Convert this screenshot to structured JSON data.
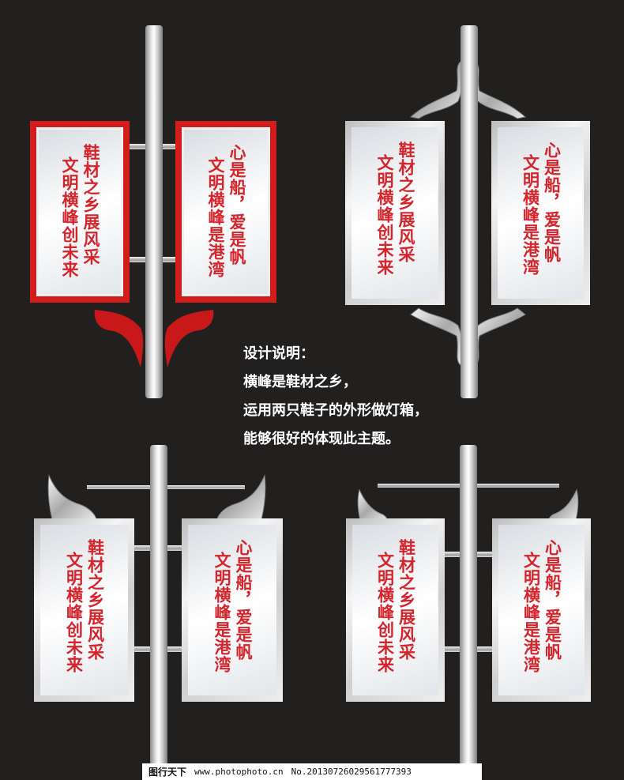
{
  "signs": [
    {
      "style": "red",
      "left_panel": [
        "鞋材之乡展风采",
        "文明横峰创未来"
      ],
      "right_panel": [
        "心是船，爱是帆",
        "文明横峰是港湾"
      ]
    },
    {
      "style": "silver",
      "left_panel": [
        "鞋材之乡展风采",
        "文明横峰创未来"
      ],
      "right_panel": [
        "心是船，爱是帆",
        "文明横峰是港湾"
      ]
    },
    {
      "style": "silver",
      "left_panel": [
        "鞋材之乡展风采",
        "文明横峰创未来"
      ],
      "right_panel": [
        "心是船，爱是帆",
        "文明横峰是港湾"
      ]
    },
    {
      "style": "silver",
      "left_panel": [
        "鞋材之乡展风采",
        "文明横峰创未来"
      ],
      "right_panel": [
        "心是船，爱是帆",
        "文明横峰是港湾"
      ]
    }
  ],
  "description": {
    "heading": "设计说明：",
    "lines": [
      "横峰是鞋材之乡，",
      "运用两只鞋子的外形做灯箱，",
      "能够很好的体现此主题。"
    ]
  },
  "watermark": {
    "site": "图行天下",
    "url": "www.photophoto.cn",
    "number": "No.20130726029561777393"
  },
  "colors": {
    "background": "#221f1f",
    "text_red": "#d4252c",
    "frame_red": "#d21d1d"
  }
}
